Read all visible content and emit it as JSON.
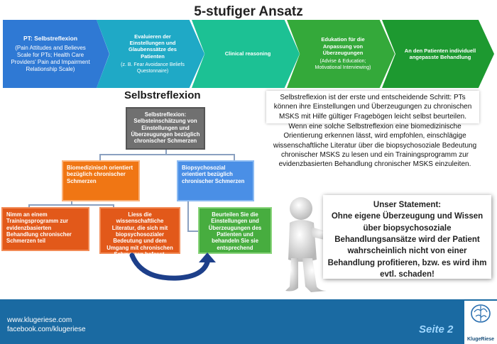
{
  "title": "5-stufiger Ansatz",
  "process": [
    {
      "heading": "PT: Selbstreflexion",
      "sub": "(Pain Attitudes and Believes Scale for PTs;  Health Care Providers' Pain and Impairment Relationship Scale)",
      "color": "#2f79d4"
    },
    {
      "heading": "Evaluieren der Einstellungen und Glaubenssätze des Patienten",
      "sub": "(z. B. Fear Avoidance Beliefs Questonnaire)",
      "color": "#1fa9c6"
    },
    {
      "heading": "Clinical reasoning",
      "sub": "",
      "color": "#1cc194"
    },
    {
      "heading": "Edukation für die Anpassung von Überzeugungen",
      "sub": "(Advise & Education; Motivational Interviewing)",
      "color": "#34a93a"
    },
    {
      "heading": "An den Patienten individuell angepasste Behandlung",
      "sub": "",
      "color": "#1d9930"
    }
  ],
  "section_title": "Selbstreflexion",
  "tree": {
    "root": "Selbstreflexion: Selbsteinschätzung von Einstellungen und Überzeugungen bezüglich chronischer Schmerzen",
    "left": "Biomedizinisch orientiert bezüglich chronischer Schmerzen",
    "right": "Biopsychosozial orientiert bezüglich chronischer Schmerzen",
    "left_child_1": "Nimm an einem Trainingsprogramm zur evidenzbasierten Behandlung chronischer Schmerzen teil",
    "left_child_2": "Liess die wissenschaftliche Literatur, die sich mit biopsychosozialer Bedeutung und dem Umgang mit chronischen Schmerzen befasst.",
    "right_child": "Beurteilen Sie die Einstellungen und Überzeugungen des Patienten und behandeln Sie sie entsprechend"
  },
  "text_1": "Selbstreflexion ist der erste und entscheidende Schritt: PTs können ihre Einstellungen und Überzeugungen zu chronischen MSKS mit Hilfe gültiger Fragebögen leicht selbst beurteilen.",
  "text_2": "Wenn eine solche Selbstreflexion eine biomedizinische Orientierung erkennen lässt, wird empfohlen, einschlägige wissenschaftliche Literatur über die biopsychosoziale Bedeutung chronischer MSKS zu lesen und ein Trainingsprogramm zur evidenzbasierten Behandlung chronischer MSKS einzuleiten.",
  "statement": {
    "heading": "Unser Statement:",
    "body": "Ohne eigene Überzeugung und Wissen über biopsychosoziale Behandlungsansätze wird der Patient wahrscheinlich nicht von einer Behandlung profitieren, bzw. es wird ihm evtl. schaden!"
  },
  "footer": {
    "web": "www.klugeriese.com",
    "facebook": "facebook.com/klugeriese",
    "page": "Seite 2",
    "logo_name": "KlugeRiese"
  }
}
